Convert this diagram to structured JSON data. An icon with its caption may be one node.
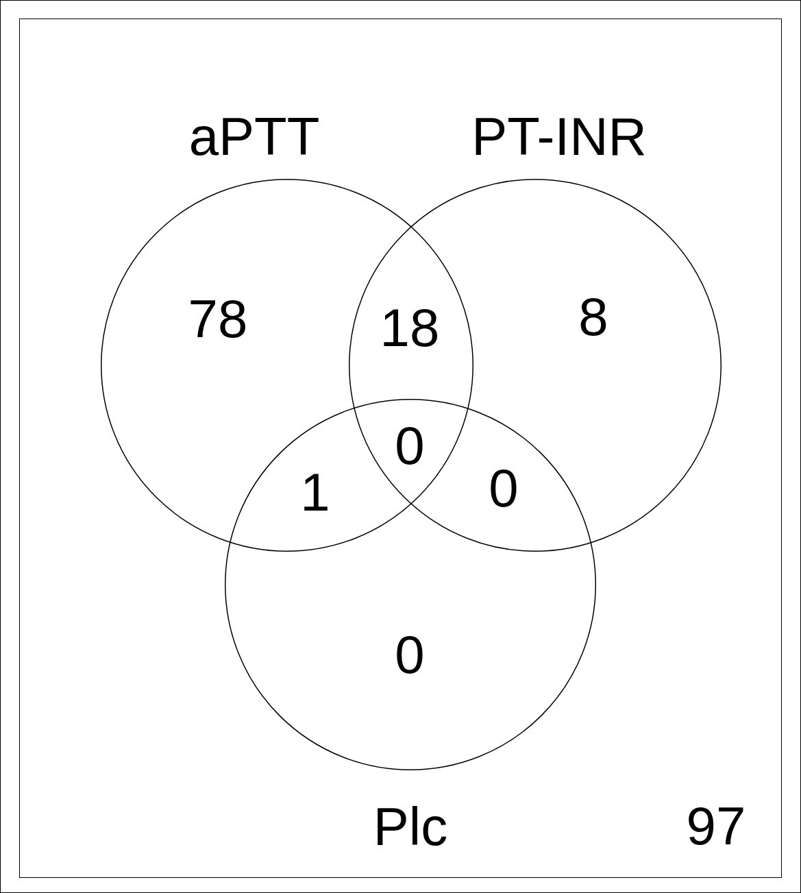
{
  "diagram": {
    "nodes": [
      {
        "text": [],
        "shape": "box"
      },
      {
        "text": [
          "aPTT"
        ],
        "in": 0
      },
      {
        "text": [
          "PT-INR"
        ],
        "in": 0
      },
      {
        "text": [
          "Plc"
        ],
        "in": 0
      }
    ],
    "labels": [
      "78",
      "18",
      "8",
      "0",
      "1",
      "0",
      "0",
      "97"
    ]
  }
}
